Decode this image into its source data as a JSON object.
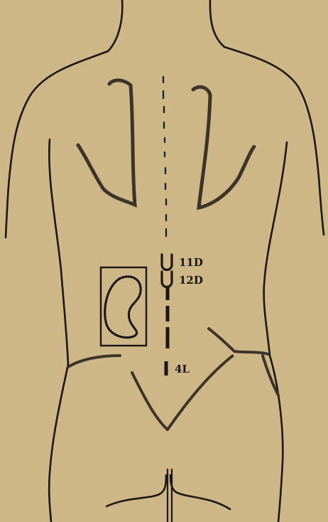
{
  "labels": {
    "vertebra_11": "11D",
    "vertebra_12": "12D",
    "vertebra_4l": "4L"
  },
  "colors": {
    "background": "#cdb786",
    "ink": "#1a1712",
    "stipple": "#3a342a"
  }
}
